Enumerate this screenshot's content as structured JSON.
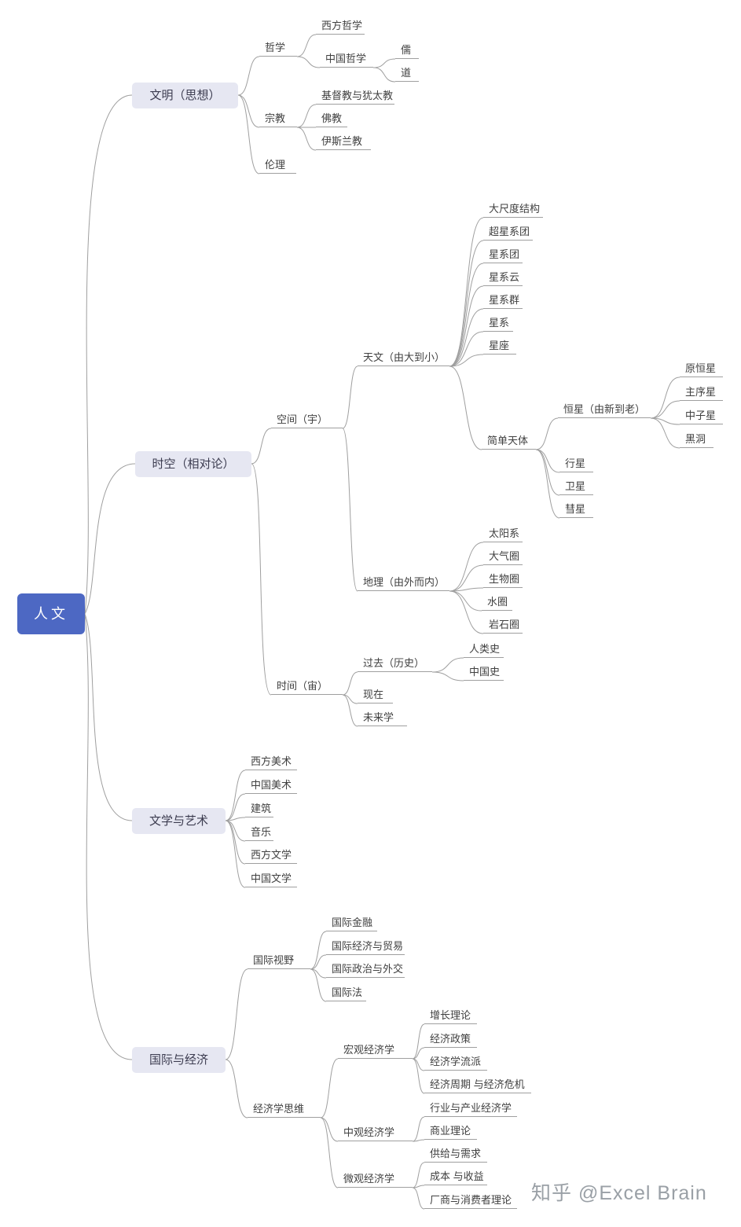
{
  "root": {
    "label": "人文"
  },
  "watermark": "知乎 @Excel Brain",
  "colors": {
    "root_bg": "#4d68c3",
    "branch_bg": "#e6e7f2",
    "line": "#9f9f9f",
    "text": "#404040"
  },
  "branches": [
    {
      "label": "文明（思想）",
      "children": [
        {
          "label": "哲学",
          "children": [
            {
              "label": "西方哲学"
            },
            {
              "label": "中国哲学",
              "children": [
                {
                  "label": "儒"
                },
                {
                  "label": "道"
                }
              ]
            }
          ]
        },
        {
          "label": "宗教",
          "children": [
            {
              "label": "基督教与犹太教"
            },
            {
              "label": "佛教"
            },
            {
              "label": "伊斯兰教"
            }
          ]
        },
        {
          "label": "伦理"
        }
      ]
    },
    {
      "label": "时空（相对论）",
      "children": [
        {
          "label": "空间（宇）",
          "children": [
            {
              "label": "天文（由大到小）",
              "children": [
                {
                  "label": "大尺度结构"
                },
                {
                  "label": "超星系团"
                },
                {
                  "label": "星系团"
                },
                {
                  "label": "星系云"
                },
                {
                  "label": "星系群"
                },
                {
                  "label": "星系"
                },
                {
                  "label": "星座"
                },
                {
                  "label": "简单天体",
                  "children": [
                    {
                      "label": "恒星（由新到老）",
                      "children": [
                        {
                          "label": "原恒星"
                        },
                        {
                          "label": "主序星"
                        },
                        {
                          "label": "中子星"
                        },
                        {
                          "label": "黑洞"
                        }
                      ]
                    },
                    {
                      "label": "行星"
                    },
                    {
                      "label": "卫星"
                    },
                    {
                      "label": "彗星"
                    }
                  ]
                }
              ]
            },
            {
              "label": "地理（由外而内）",
              "children": [
                {
                  "label": "太阳系"
                },
                {
                  "label": "大气圈"
                },
                {
                  "label": "生物圈"
                },
                {
                  "label": "水圈"
                },
                {
                  "label": "岩石圈"
                }
              ]
            }
          ]
        },
        {
          "label": "时间（宙）",
          "children": [
            {
              "label": "过去（历史）",
              "children": [
                {
                  "label": "人类史"
                },
                {
                  "label": "中国史"
                }
              ]
            },
            {
              "label": "现在"
            },
            {
              "label": "未来学"
            }
          ]
        }
      ]
    },
    {
      "label": "文学与艺术",
      "children": [
        {
          "label": "西方美术"
        },
        {
          "label": "中国美术"
        },
        {
          "label": "建筑"
        },
        {
          "label": "音乐"
        },
        {
          "label": "西方文学"
        },
        {
          "label": "中国文学"
        }
      ]
    },
    {
      "label": "国际与经济",
      "children": [
        {
          "label": "国际视野",
          "children": [
            {
              "label": "国际金融"
            },
            {
              "label": "国际经济与贸易"
            },
            {
              "label": "国际政治与外交"
            },
            {
              "label": "国际法"
            }
          ]
        },
        {
          "label": "经济学思维",
          "children": [
            {
              "label": "宏观经济学",
              "children": [
                {
                  "label": "增长理论"
                },
                {
                  "label": "经济政策"
                },
                {
                  "label": "经济学流派"
                },
                {
                  "label": "经济周期 与经济危机"
                }
              ]
            },
            {
              "label": "中观经济学",
              "children": [
                {
                  "label": "行业与产业经济学"
                },
                {
                  "label": "商业理论"
                }
              ]
            },
            {
              "label": "微观经济学",
              "children": [
                {
                  "label": "供给与需求"
                },
                {
                  "label": "成本 与收益"
                },
                {
                  "label": "厂商与消费者理论"
                }
              ]
            }
          ]
        }
      ]
    }
  ]
}
